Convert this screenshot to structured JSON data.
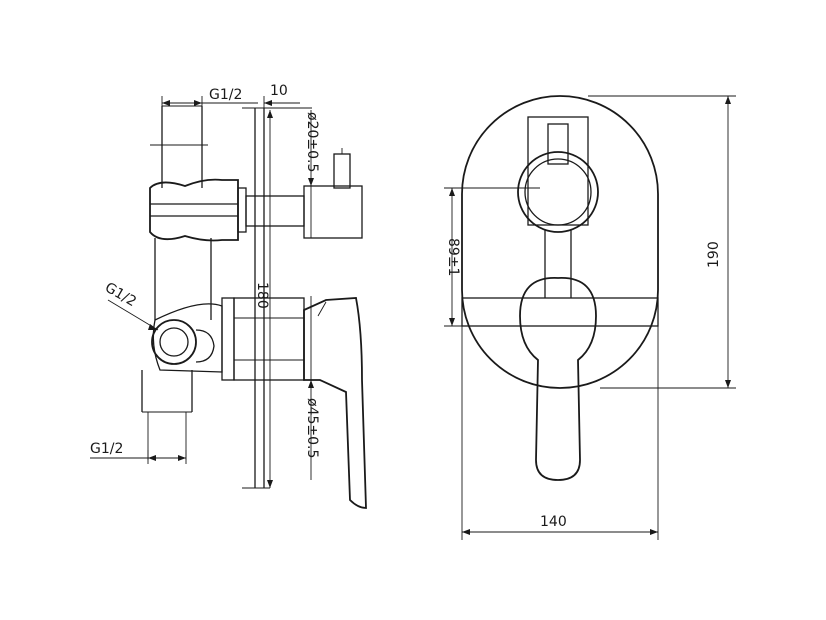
{
  "drawing": {
    "side_view": {
      "label_g12_top": "G1/2",
      "label_10": "10",
      "label_d20": "ø20±0.5",
      "label_180": "180",
      "label_g12_mid": "G1/2",
      "label_d45": "ø45±0.5",
      "label_g12_bottom": "G1/2"
    },
    "front_view": {
      "label_89": "89±1",
      "label_190": "190",
      "label_140": "140"
    }
  }
}
